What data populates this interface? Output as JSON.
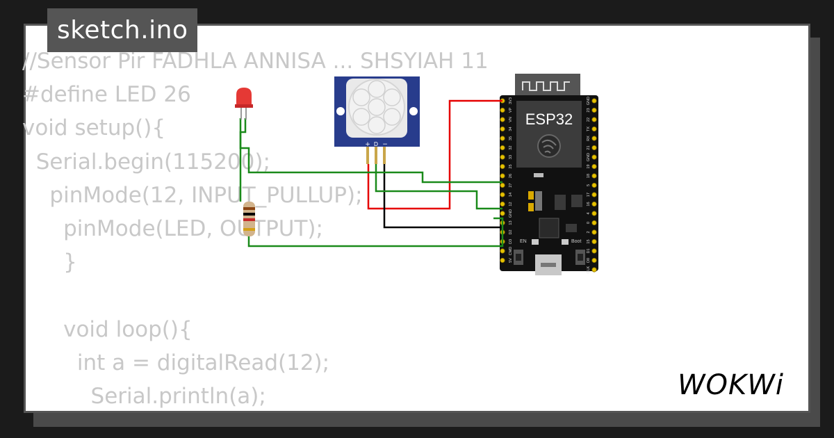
{
  "file_tab": {
    "label": "sketch.ino"
  },
  "code_lines": [
    "//Sensor Pir FADHLA ANNISA ... SHSYIAH 11",
    "#define LED 26",
    "void setup(){",
    "  Serial.begin(115200);",
    "    pinMode(12, INPUT_PULLUP);",
    "      pinMode(LED, OUTPUT);",
    "      }",
    "",
    "      void loop(){",
    "        int a = digitalRead(12);",
    "          Serial.println(a);"
  ],
  "circuit": {
    "mcu_label": "ESP32",
    "pir_pin_labels": {
      "vcc": "+",
      "data": "D",
      "gnd": "−"
    },
    "board_en_label": "EN",
    "board_boot_label": "Boot",
    "left_pin_labels": [
      "3V3",
      "VP",
      "VN",
      "34",
      "35",
      "32",
      "33",
      "25",
      "26",
      "27",
      "14",
      "12",
      "GND",
      "13",
      "D2",
      "D3",
      "CMD",
      "5V"
    ],
    "right_pin_labels": [
      "GND",
      "23",
      "22",
      "TX",
      "RX",
      "21",
      "GND",
      "19",
      "18",
      "5",
      "17",
      "16",
      "4",
      "0",
      "2",
      "15",
      "D1",
      "D0",
      "CLK"
    ],
    "wire_colors": {
      "red": "#e60000",
      "green": "#1a8a1a",
      "black": "#000000"
    },
    "led_color": "#e53935",
    "board_color": "#111111",
    "pir_color": "#283c8c"
  },
  "brand": {
    "logo_text": "WOKWi"
  }
}
